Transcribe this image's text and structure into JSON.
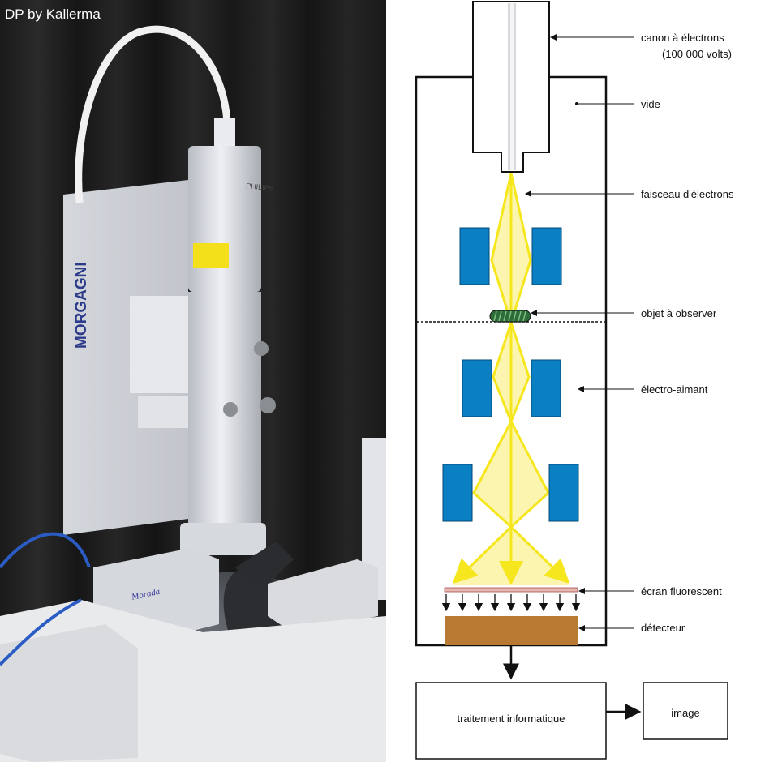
{
  "photo": {
    "credit": "DP by Kallerma",
    "brand_side": "MORGAGNI",
    "brand_column": "PHILIPS",
    "camera_brand": "Morada"
  },
  "diagram": {
    "labels": {
      "gun": "canon à électrons",
      "gun_voltage": "(100 000 volts)",
      "vacuum": "vide",
      "beam": "faisceau d'électrons",
      "object": "objet à observer",
      "magnet": "électro-aimant",
      "screen": "écran fluorescent",
      "detector": "détecteur",
      "processing": "traitement informatique",
      "image": "image"
    },
    "colors": {
      "beam": "#f5e61e",
      "beam_fill": "#fbf5b0",
      "magnet": "#0a7fc4",
      "object": "#2e6b3a",
      "detector": "#b87a32",
      "screen": "#e8b8b0",
      "outline": "#111111"
    }
  }
}
